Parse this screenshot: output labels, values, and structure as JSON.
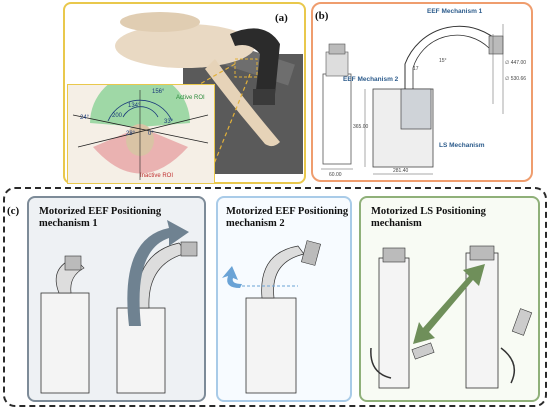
{
  "panel_a": {
    "label": "(a)",
    "active_roi": "Active ROI",
    "inactive_roi": "Inactive ROI",
    "angles": [
      "156°",
      "24°",
      "200",
      "134°",
      "33°",
      "28°",
      "0°"
    ]
  },
  "panel_b": {
    "label": "(b)",
    "eef1": "EEF Mechanism 1",
    "eef2": "EEF Mechanism 2",
    "ls": "LS Mechanism",
    "dims": [
      "60.00",
      "281.40",
      "365.00",
      "∅ 447.00",
      "∅ 530.66",
      "15°",
      "17"
    ]
  },
  "panel_c": {
    "label": "(c)",
    "sub1_title": "Motorized EEF Positioning mechanism 1",
    "sub2_title": "Motorized EEF Positioning mechanism 2",
    "sub3_title": "Motorized LS Positioning mechanism"
  },
  "colors": {
    "panel_a_border": "#e9c84c",
    "panel_b_border": "#ef9d6e",
    "sub1_border": "#7d8b98",
    "sub2_border": "#a9cbe8",
    "sub3_border": "#8fb079",
    "arrow1": "#6f8291",
    "arrow2": "#6aa3d6",
    "arrow3": "#6f8f5a"
  }
}
